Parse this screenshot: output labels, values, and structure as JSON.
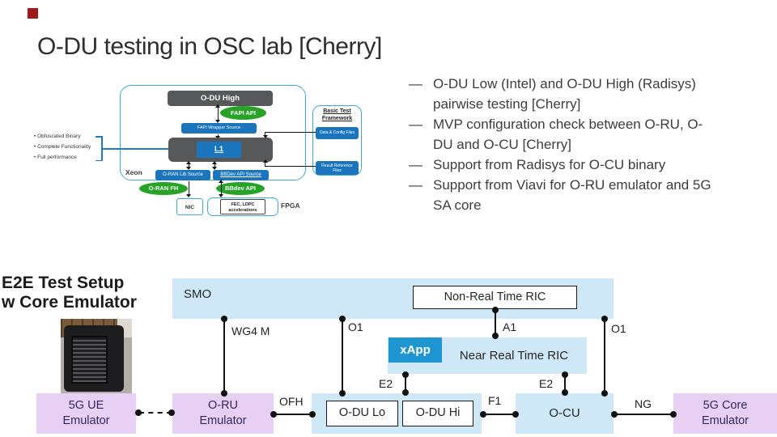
{
  "slide": {
    "title": "O-DU testing in OSC lab [Cherry]"
  },
  "bullets": {
    "marker": "—",
    "items": [
      {
        "lines": [
          "O-DU Low (Intel) and O-DU High (Radisys)",
          "pairwise testing [Cherry]"
        ]
      },
      {
        "lines": [
          "MVP configuration check between O-RU, O-",
          "DU and O-CU [Cherry]"
        ]
      },
      {
        "lines": [
          "Support from Radisys for O-CU binary"
        ]
      },
      {
        "lines": [
          "Support from Viavi for O-RU emulator and 5G",
          "SA core"
        ]
      }
    ]
  },
  "odu": {
    "odu_high_label": "O-DU High",
    "fapi_api_label": "FAPI API",
    "fapi_wrapper_label": "FAPI Wrapper Source",
    "l1_label": "L1",
    "xeon_label": "Xeon",
    "oran_lib_label": "O-RAN Lib Source",
    "bbdev_source_label": "BBDev API Source",
    "oran_fh_label": "O-RAN FH",
    "bbdev_api_label": "BBdev API",
    "nic_label": "NIC",
    "fec_line1": "FEC, LDPC",
    "fec_line2": "accelerations",
    "fpga_label": "FPGA",
    "note_bullet": "•",
    "notes": [
      "Obfuscated Binary",
      "Complete Functionality",
      "Full performance"
    ],
    "framework": {
      "title_line1": "Basic Test",
      "title_line2": "Framework",
      "data_files_label": "Data & Config Files",
      "result_line1": "Result Reference",
      "result_line2": "Files"
    }
  },
  "e2e": {
    "title_line1": "E2E Test Setup",
    "title_line2": "w Core Emulator",
    "nodes": {
      "smo": "SMO",
      "non_rt_ric": "Non-Real Time RIC",
      "near_rt_ric": "Near Real Time RIC",
      "xapp": "xApp",
      "odu_lo": "O-DU Lo",
      "odu_hi": "O-DU Hi",
      "ocu": "O-CU",
      "ue_emulator": "5G UE Emulator",
      "oru_emulator": "O-RU Emulator",
      "core_emulator": "5G Core Emulator"
    },
    "interfaces": {
      "wg4m": "WG4 M",
      "o1_left": "O1",
      "o1_right": "O1",
      "a1": "A1",
      "e2_left": "E2",
      "e2_right": "E2",
      "ofh": "OFH",
      "f1": "F1",
      "ng": "NG"
    }
  },
  "colors": {
    "light_blue": "#cfe8f7",
    "purple": "#e7d0f3",
    "xapp_blue": "#1e96d2",
    "diagram_blue": "#1b75bc",
    "green": "#27a327",
    "dark_gray": "#57585a",
    "border_blue": "#3fa9dc",
    "marker_red": "#9e1b1b"
  }
}
